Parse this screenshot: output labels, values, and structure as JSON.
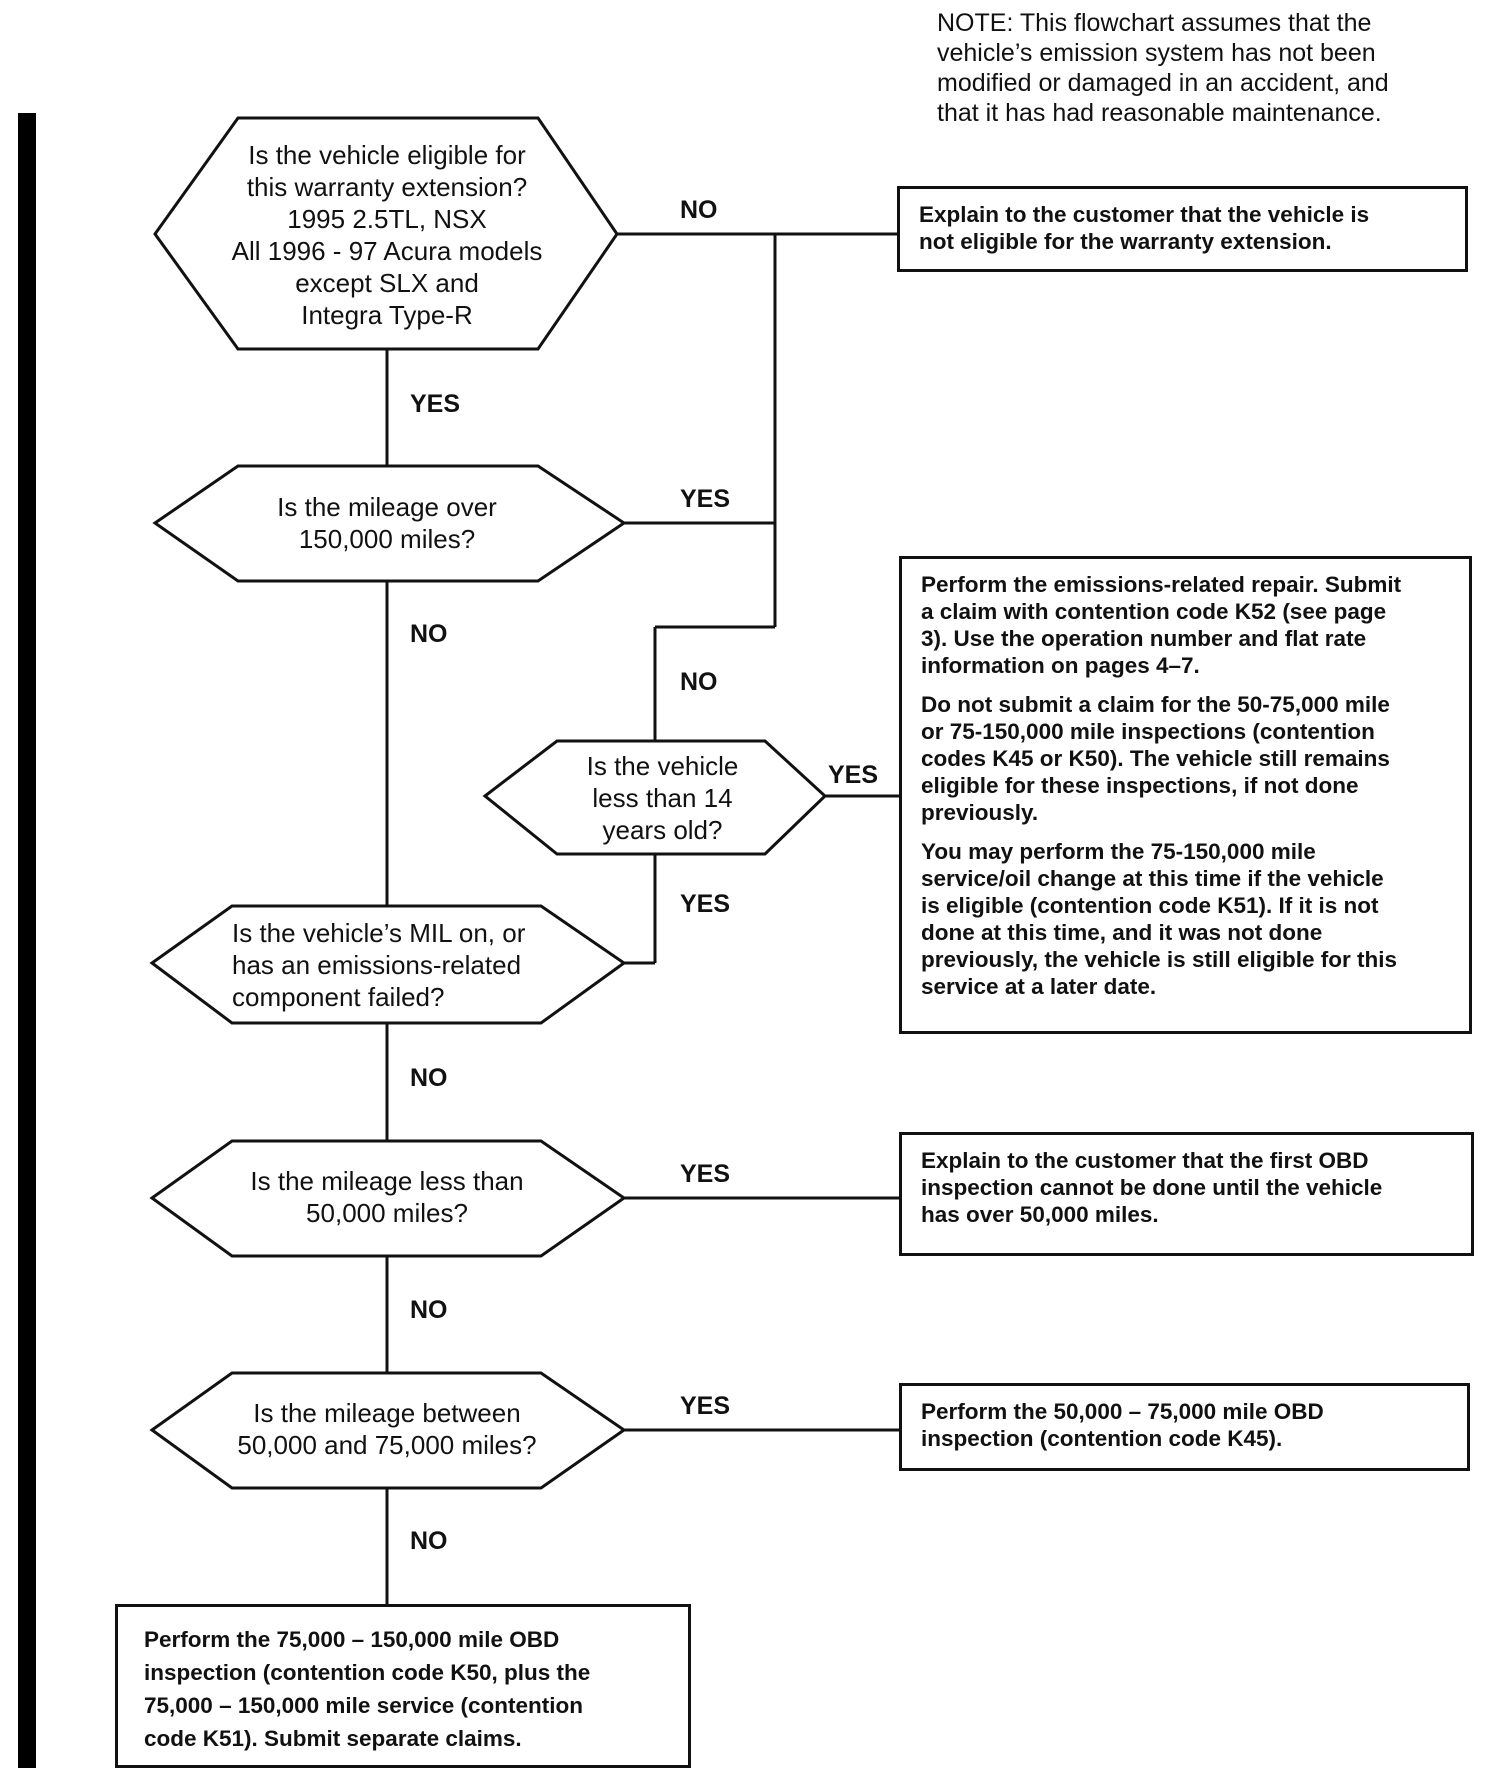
{
  "note": {
    "lines": [
      "NOTE: This flowchart assumes that the",
      "vehicle’s emission system has not been",
      "modified or damaged in an accident, and",
      "that it has had reasonable maintenance."
    ]
  },
  "decisions": {
    "eligible": {
      "lines": [
        "Is the vehicle eligible for",
        "this warranty extension?",
        "1995 2.5TL, NSX",
        "All 1996 - 97 Acura models",
        "except SLX and",
        "Integra Type-R"
      ]
    },
    "over150k": {
      "lines": [
        "Is the mileage over",
        "150,000 miles?"
      ]
    },
    "age14": {
      "lines": [
        "Is the vehicle",
        "less than 14",
        "years old?"
      ]
    },
    "mil": {
      "lines": [
        "Is the vehicle’s MIL on, or",
        "has an emissions-related",
        "component failed?"
      ]
    },
    "under50k": {
      "lines": [
        "Is the mileage less than",
        "50,000 miles?"
      ]
    },
    "between50_75": {
      "lines": [
        "Is the mileage between",
        "50,000 and 75,000 miles?"
      ]
    }
  },
  "edge_labels": {
    "eligible_no": "NO",
    "eligible_yes": "YES",
    "over150k_yes": "YES",
    "over150k_no": "NO",
    "age14_no": "NO",
    "age14_yes": "YES",
    "mil_yes": "YES",
    "mil_no": "NO",
    "under50k_yes": "YES",
    "under50k_no": "NO",
    "between_yes": "YES",
    "between_no": "NO"
  },
  "actions": {
    "not_eligible": {
      "lines": [
        "Explain to the customer that the vehicle is",
        "not eligible for the warranty extension."
      ]
    },
    "repair": {
      "paragraphs": [
        [
          "Perform the emissions-related repair. Submit",
          "a claim with contention code K52 (see page",
          "3). Use the operation number and flat rate",
          "information on pages 4–7."
        ],
        [
          "Do not submit a claim for the 50-75,000 mile",
          "or 75-150,000 mile inspections (contention",
          "codes K45 or K50). The vehicle still remains",
          "eligible for these inspections, if not done",
          "previously."
        ],
        [
          "You may perform the 75-150,000 mile",
          "service/oil change at this time if the vehicle",
          "is eligible (contention code K51). If it is not",
          "done at this time, and it was not done",
          "previously, the vehicle is still eligible for this",
          "service at a later date."
        ]
      ]
    },
    "first_obd": {
      "lines": [
        "Explain to the customer that the first OBD",
        "inspection cannot be done until the vehicle",
        "has over 50,000 miles."
      ]
    },
    "obd_50_75": {
      "lines": [
        "Perform the 50,000 – 75,000 mile OBD",
        "inspection (contention code K45)."
      ]
    },
    "obd_75_150": {
      "lines": [
        "Perform the 75,000 – 150,000 mile OBD",
        "inspection (contention code K50, plus the",
        "75,000 – 150,000 mile service (contention",
        "code K51). Submit separate claims."
      ]
    }
  }
}
